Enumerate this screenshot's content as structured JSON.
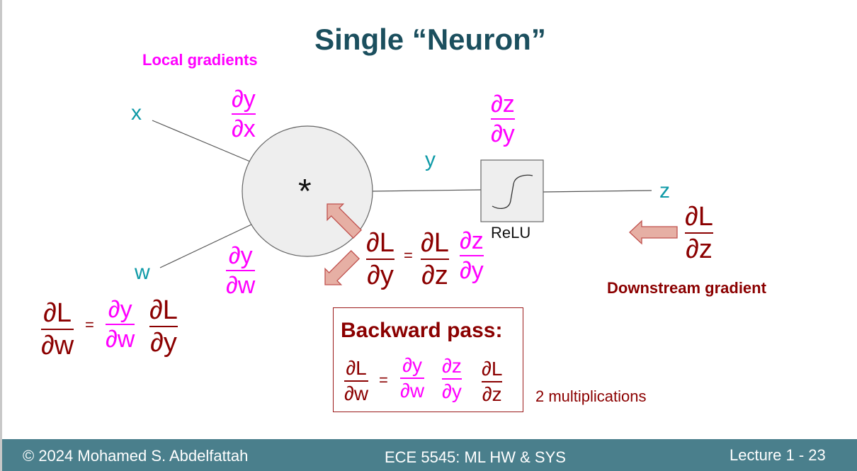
{
  "slide": {
    "title": "Single “Neuron”"
  },
  "labels": {
    "local_gradients": "Local gradients",
    "x": "x",
    "w": "w",
    "y": "y",
    "z": "z",
    "multiply_symbol": "*",
    "relu": "ReLU",
    "downstream": "Downstream gradient",
    "multiplications": "2 multiplications",
    "backward_title": "Backward pass:",
    "equals": "="
  },
  "symbols": {
    "dy": "∂y",
    "dx": "∂x",
    "dw": "∂w",
    "dz": "∂z",
    "dL": "∂L"
  },
  "colors": {
    "title": "#1b4f5e",
    "magenta": "#ff00ff",
    "dark_red": "#8b0000",
    "teal": "#0e9aa7",
    "arrow_fill": "#e6afa4",
    "arrow_stroke": "#c0504d",
    "footer_bg": "#4a7f8c"
  },
  "footer": {
    "copyright": "© 2024 Mohamed S. Abdelfattah",
    "course": "ECE 5545: ML HW & SYS",
    "lecture": "Lecture 1 - 23"
  }
}
